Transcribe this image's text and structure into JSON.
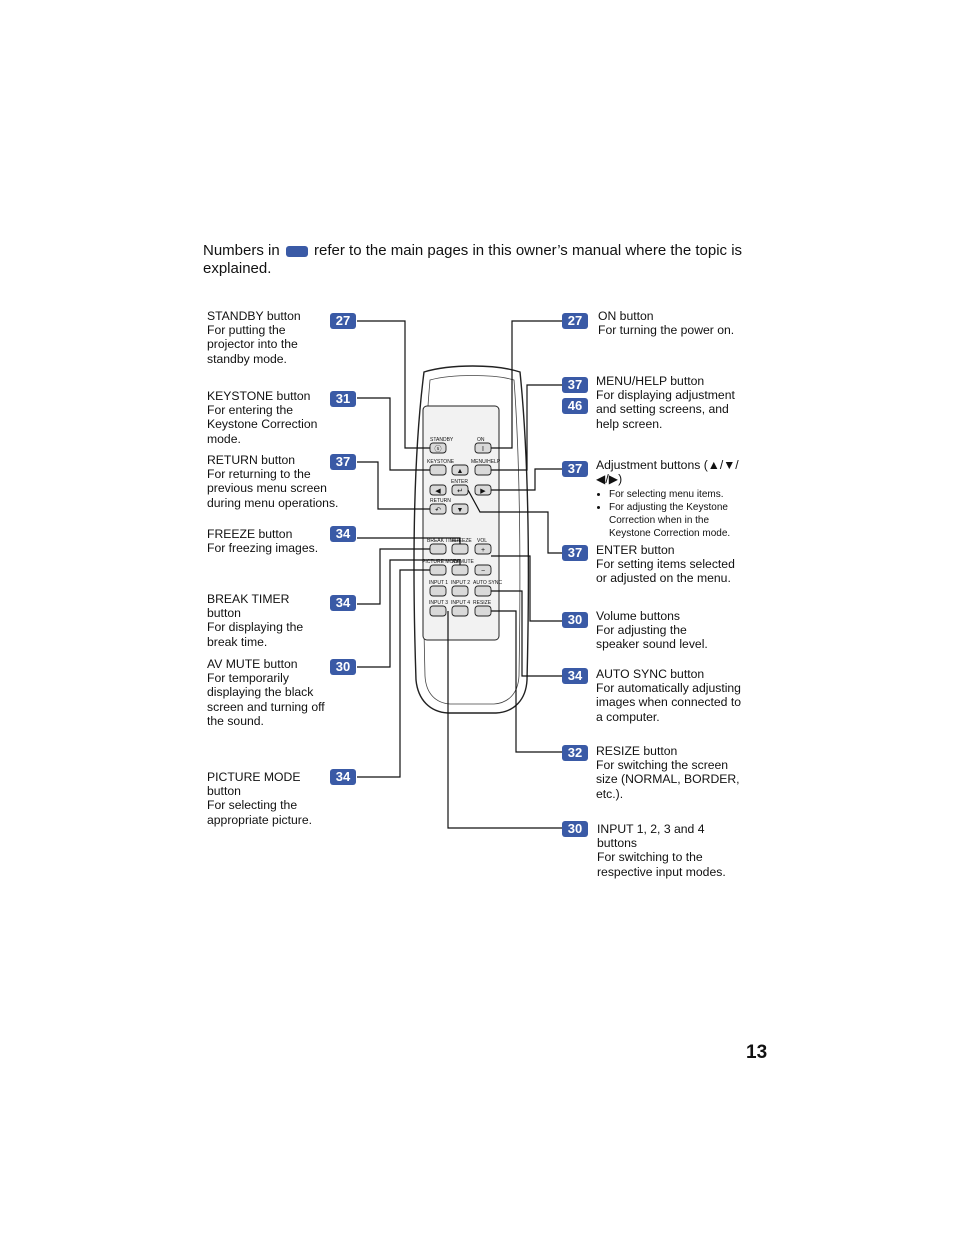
{
  "intro": {
    "before": "Numbers in",
    "after": "refer to the main pages in this owner’s manual where the topic is explained."
  },
  "page_number": "13",
  "left_callouts": [
    {
      "title": "STANDBY button",
      "desc": "For putting the projector into the standby mode.",
      "page": "27"
    },
    {
      "title": "KEYSTONE button",
      "desc": "For entering the Keystone Correction mode.",
      "page": "31"
    },
    {
      "title": "RETURN button",
      "desc": "For returning to the previous menu screen during menu operations.",
      "page": "37"
    },
    {
      "title": "FREEZE button",
      "desc": "For freezing images.",
      "page": "34"
    },
    {
      "title": "BREAK TIMER button",
      "desc": "For displaying the break time.",
      "page": "34"
    },
    {
      "title": "AV MUTE button",
      "desc": "For temporarily displaying the black screen and turning off the sound.",
      "page": "30"
    },
    {
      "title": "PICTURE MODE button",
      "desc": "For selecting the appropriate picture.",
      "page": "34"
    }
  ],
  "right_callouts": [
    {
      "title": "ON button",
      "desc": "For turning the power on.",
      "page": "27"
    },
    {
      "title": "MENU/HELP button",
      "desc": "For displaying adjustment and setting screens, and help screen.",
      "pages": [
        "37",
        "46"
      ]
    },
    {
      "title": "Adjustment buttons (▲/▼/◀/▶)",
      "desc": "",
      "page": "37",
      "bullets": [
        "For selecting menu items.",
        "For adjusting the Keystone Correction when in the Keystone Correction mode."
      ]
    },
    {
      "title": "ENTER button",
      "desc": "For setting items selected or adjusted on the menu.",
      "page": "37"
    },
    {
      "title": "Volume buttons",
      "desc": "For adjusting the speaker sound level.",
      "page": "30"
    },
    {
      "title": "AUTO SYNC button",
      "desc": "For automatically adjusting images when connected to a computer.",
      "page": "34"
    },
    {
      "title": "RESIZE button",
      "desc": "For switching the screen size (NORMAL, BORDER, etc.).",
      "page": "32"
    },
    {
      "title": "INPUT 1, 2, 3 and 4 buttons",
      "desc": "For switching to the respective input modes.",
      "page": "30"
    }
  ],
  "remote_labels": {
    "standby": "STANDBY",
    "on": "ON",
    "keystone": "KEYSTONE",
    "menu_help": "MENU/HELP",
    "enter": "ENTER",
    "return": "RETURN",
    "break_timer": "BREAK TIMER",
    "freeze": "FREEZE",
    "vol": "VOL",
    "picture_mode": "PICTURE MODE",
    "av_mute": "AV MUTE",
    "input1": "INPUT 1",
    "input2": "INPUT 2",
    "auto_sync": "AUTO SYNC",
    "input3": "INPUT 3",
    "input4": "INPUT 4",
    "resize": "RESIZE"
  },
  "colors": {
    "badge": "#3a5aa6"
  }
}
